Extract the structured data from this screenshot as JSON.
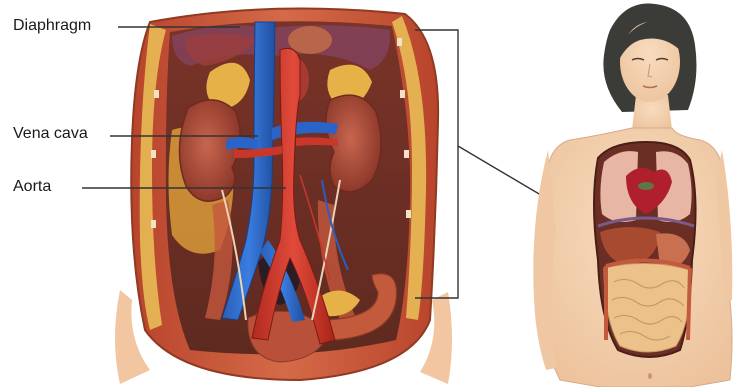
{
  "labels": {
    "diaphragm": "Diaphragm",
    "vena_cava": "Vena cava",
    "aorta": "Aorta"
  },
  "colors": {
    "vena_cava": "#1f5fc9",
    "aorta": "#c8372a",
    "kidney": "#a8463a",
    "fat": "#e2b24a",
    "skin": "#f3d2ae",
    "hair": "#3a3a36",
    "muscle": "#c9503a",
    "intestine": "#e8bf86",
    "lung": "#e7b4a2",
    "liver": "#a5432e",
    "leader": "#333333"
  }
}
